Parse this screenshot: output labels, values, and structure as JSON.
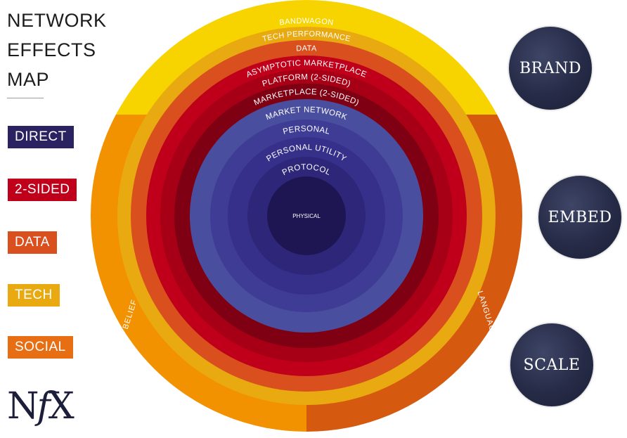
{
  "title": {
    "line1": "NETWORK",
    "line2": "EFFECTS",
    "line3": "MAP"
  },
  "legend": [
    {
      "label": "DIRECT",
      "color": "#2b2262"
    },
    {
      "label": "2-SIDED",
      "color": "#c0001a"
    },
    {
      "label": "DATA",
      "color": "#d9501e"
    },
    {
      "label": "TECH",
      "color": "#e8aa10"
    },
    {
      "label": "SOCIAL",
      "color": "#e86e14"
    }
  ],
  "logo": {
    "n": "N",
    "f": "f",
    "x": "X"
  },
  "badges": {
    "brand": "BRAND",
    "embed": "EMBED",
    "scale": "SCALE"
  },
  "rings": [
    {
      "label": "BANDWAGON",
      "color": "#f7d400"
    },
    {
      "label": "TECH PERFORMANCE",
      "color": "#e8aa10"
    },
    {
      "label": "DATA",
      "color": "#d9501e"
    },
    {
      "label": "ASYMPTOTIC MARKETPLACE",
      "color": "#c0001a"
    },
    {
      "label": "PLATFORM (2-SIDED)",
      "color": "#a70016"
    },
    {
      "label": "MARKETPLACE (2-SIDED)",
      "color": "#7e0012"
    },
    {
      "label": "MARKET NETWORK",
      "color": "#4a4e9e"
    },
    {
      "label": "PERSONAL",
      "color": "#3f3c95"
    },
    {
      "label": "PERSONAL UTILITY",
      "color": "#36308b"
    },
    {
      "label": "PROTOCOL",
      "color": "#2d2679"
    },
    {
      "label": "PHYSICAL",
      "color": "#1e1652"
    }
  ],
  "outer_sections": {
    "belief": {
      "label": "BELIEF",
      "color": "#f39200"
    },
    "language": {
      "label": "LANGUAGE",
      "color": "#d55a10"
    }
  }
}
